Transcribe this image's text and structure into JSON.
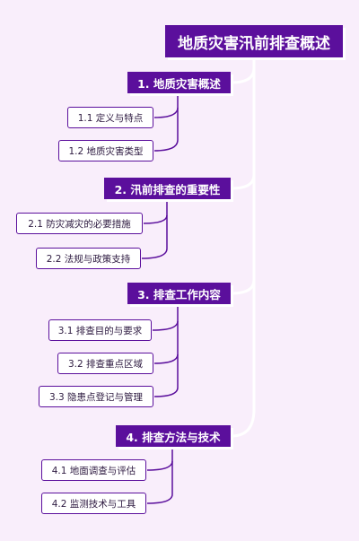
{
  "mindmap": {
    "root": "地质灾害汛前排查概述",
    "branches": [
      {
        "label": "1. 地质灾害概述",
        "children": [
          "1.1 定义与特点",
          "1.2 地质灾害类型"
        ]
      },
      {
        "label": "2. 汛前排查的重要性",
        "children": [
          "2.1 防灾减灾的必要措施",
          "2.2 法规与政策支持"
        ]
      },
      {
        "label": "3. 排查工作内容",
        "children": [
          "3.1 排查目的与要求",
          "3.2 排查重点区域",
          "3.3 隐患点登记与管理"
        ]
      },
      {
        "label": "4. 排查方法与技术",
        "children": [
          "4.1 地面调查与评估",
          "4.2 监测技术与工具"
        ]
      }
    ]
  },
  "colors": {
    "background": "#f9eefb",
    "node_fill": "#5b0f9c",
    "node_text": "#ffffff",
    "leaf_border": "#5b0f9c",
    "trunk_line": "#ffffff",
    "leaf_line": "#5b0f9c"
  }
}
